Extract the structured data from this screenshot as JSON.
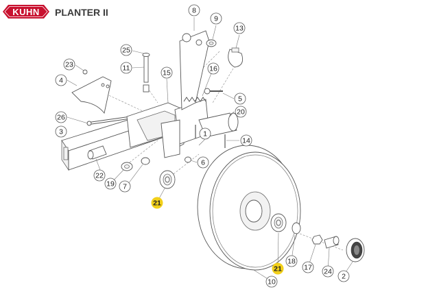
{
  "header": {
    "brand": "KUHN",
    "brand_color": "#c8102e",
    "product": "PLANTER II"
  },
  "callouts": [
    {
      "id": "c8",
      "label": "8",
      "highlight": false
    },
    {
      "id": "c9",
      "label": "9",
      "highlight": false
    },
    {
      "id": "c13",
      "label": "13",
      "highlight": false
    },
    {
      "id": "c25",
      "label": "25",
      "highlight": false
    },
    {
      "id": "c23",
      "label": "23",
      "highlight": false
    },
    {
      "id": "c11",
      "label": "11",
      "highlight": false
    },
    {
      "id": "c15",
      "label": "15",
      "highlight": false
    },
    {
      "id": "c16",
      "label": "16",
      "highlight": false
    },
    {
      "id": "c4",
      "label": "4",
      "highlight": false
    },
    {
      "id": "c5",
      "label": "5",
      "highlight": false
    },
    {
      "id": "c20",
      "label": "20",
      "highlight": false
    },
    {
      "id": "c26",
      "label": "26",
      "highlight": false
    },
    {
      "id": "c3",
      "label": "3",
      "highlight": false
    },
    {
      "id": "c1",
      "label": "1",
      "highlight": false
    },
    {
      "id": "c14",
      "label": "14",
      "highlight": false
    },
    {
      "id": "c6",
      "label": "6",
      "highlight": false
    },
    {
      "id": "c22",
      "label": "22",
      "highlight": false
    },
    {
      "id": "c19",
      "label": "19",
      "highlight": false
    },
    {
      "id": "c7",
      "label": "7",
      "highlight": false
    },
    {
      "id": "c21a",
      "label": "21",
      "highlight": true
    },
    {
      "id": "c21b",
      "label": "21",
      "highlight": true
    },
    {
      "id": "c18",
      "label": "18",
      "highlight": false
    },
    {
      "id": "c17",
      "label": "17",
      "highlight": false
    },
    {
      "id": "c24",
      "label": "24",
      "highlight": false
    },
    {
      "id": "c2",
      "label": "2",
      "highlight": false
    },
    {
      "id": "c10",
      "label": "10",
      "highlight": false
    }
  ],
  "colors": {
    "highlight": "#f2d01a",
    "callout_border": "#555555"
  }
}
